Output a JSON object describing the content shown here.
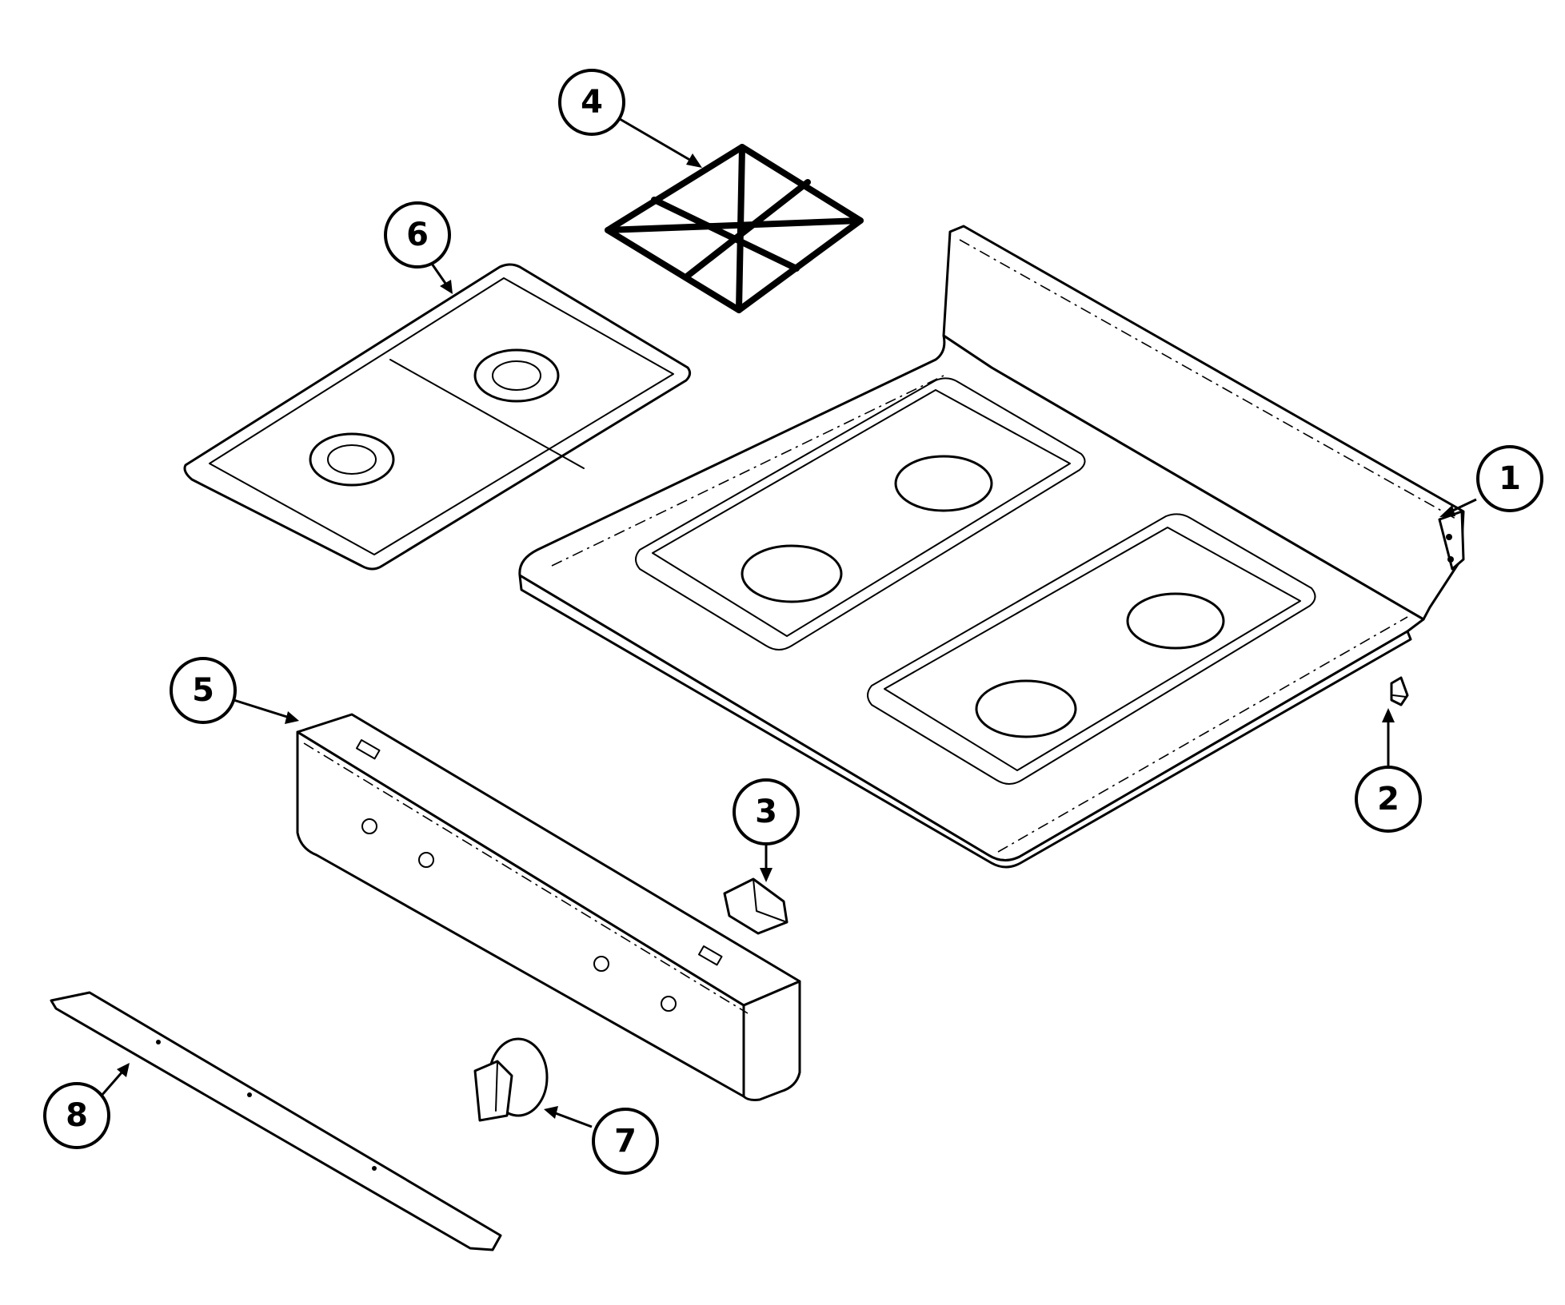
{
  "diagram": {
    "type": "exploded-parts-view",
    "callouts": [
      {
        "id": "1",
        "label": "1"
      },
      {
        "id": "2",
        "label": "2"
      },
      {
        "id": "3",
        "label": "3"
      },
      {
        "id": "4",
        "label": "4"
      },
      {
        "id": "5",
        "label": "5"
      },
      {
        "id": "6",
        "label": "6"
      },
      {
        "id": "7",
        "label": "7"
      },
      {
        "id": "8",
        "label": "8"
      }
    ]
  }
}
